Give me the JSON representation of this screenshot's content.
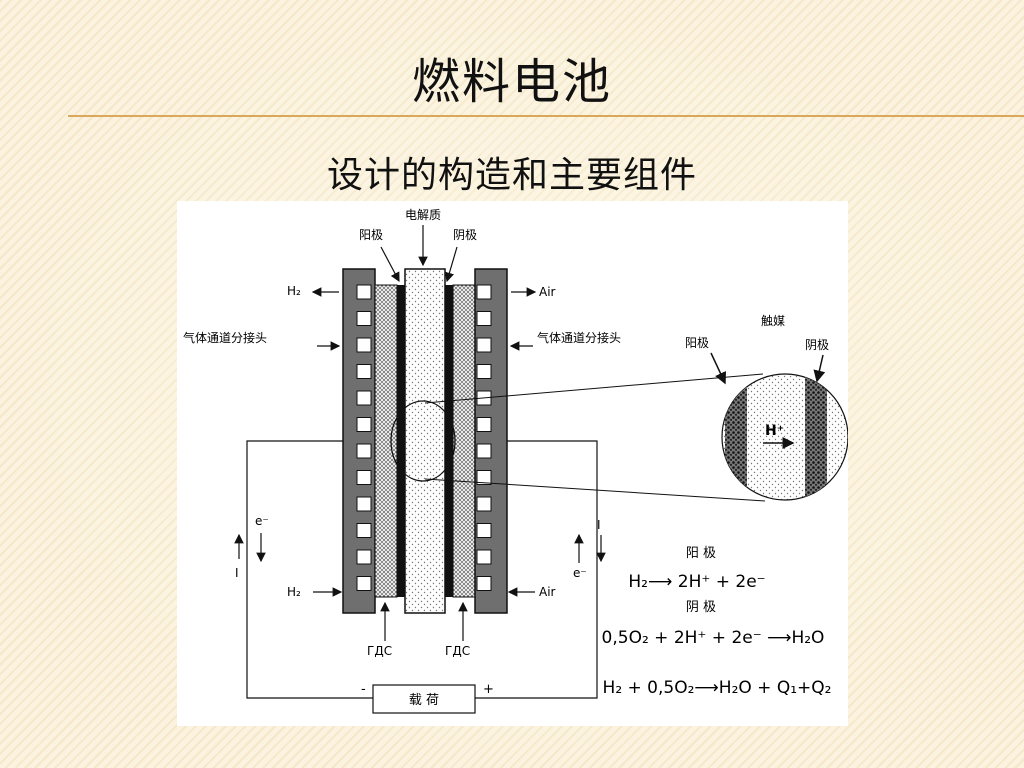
{
  "slide": {
    "title": "燃料电池",
    "subtitle": "设计的构造和主要组件"
  },
  "diagram": {
    "labels": {
      "electrolyte": "电解质",
      "anode": "阳极",
      "cathode": "阴极",
      "catalyst": "触媒",
      "zoom_anode": "阳极",
      "zoom_cathode": "阴极",
      "h2_out": "H₂",
      "air_out": "Air",
      "h2_in": "H₂",
      "air_in": "Air",
      "gas_manifold_left": "气体通道分接头",
      "gas_manifold_right": "气体通道分接头",
      "gds_left": "ГДС",
      "gds_right": "ГДС",
      "load": "载  荷",
      "minus": "-",
      "plus": "+",
      "electron_left": "e⁻",
      "current_left": "I",
      "electron_right": "e⁻",
      "current_right": "I",
      "proton": "H⁺"
    },
    "reactions": {
      "anode_heading": "阳 极",
      "anode_eq": "H₂⟶ 2H⁺ + 2e⁻",
      "cathode_heading": "阴 极",
      "cathode_eq": "0,5O₂ + 2H⁺ + 2e⁻ ⟶H₂O",
      "overall_eq": "H₂ + 0,5O₂⟶H₂O + Q₁+Q₂"
    }
  }
}
